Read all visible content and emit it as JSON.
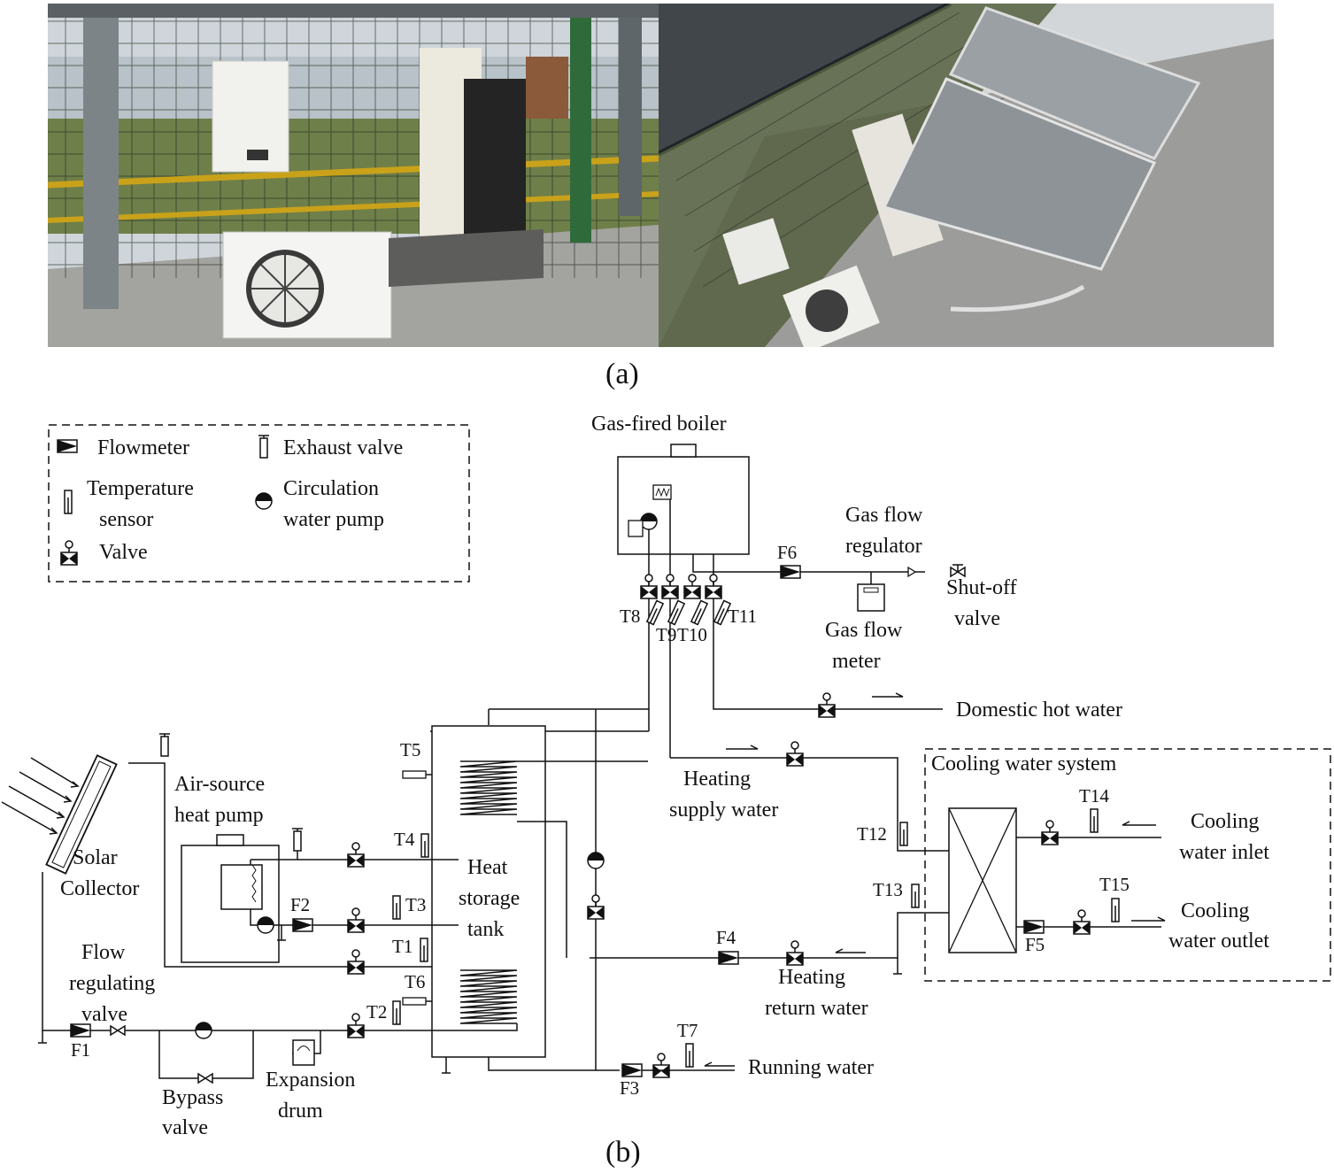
{
  "captions": {
    "a": "(a)",
    "b": "(b)"
  },
  "legend": {
    "flowmeter": "Flowmeter",
    "exhaust_valve": "Exhaust valve",
    "temp_sensor_1": "Temperature",
    "temp_sensor_2": "sensor",
    "pump_1": "Circulation",
    "pump_2": "water pump",
    "valve": "Valve"
  },
  "components": {
    "boiler": "Gas-fired boiler",
    "gas_reg_1": "Gas flow",
    "gas_reg_2": "regulator",
    "gas_meter_1": "Gas flow",
    "gas_meter_2": "meter",
    "shutoff_1": "Shut-off",
    "shutoff_2": "valve",
    "dhw": "Domestic hot water",
    "heat_supply_1": "Heating",
    "heat_supply_2": "supply water",
    "heat_return_1": "Heating",
    "heat_return_2": "return water",
    "cooling_system": "Cooling water system",
    "cool_in_1": "Cooling",
    "cool_in_2": "water inlet",
    "cool_out_1": "Cooling",
    "cool_out_2": "water outlet",
    "ashp_1": "Air-source",
    "ashp_2": "heat pump",
    "solar_1": "Solar",
    "solar_2": "Collector",
    "tank_1": "Heat",
    "tank_2": "storage",
    "tank_3": "tank",
    "flow_reg_1": "Flow",
    "flow_reg_2": "regulating",
    "flow_reg_3": "valve",
    "bypass_1": "Bypass",
    "bypass_2": "valve",
    "expansion_1": "Expansion",
    "expansion_2": "drum",
    "running": "Running water"
  },
  "sensors": {
    "T1": "T1",
    "T2": "T2",
    "T3": "T3",
    "T4": "T4",
    "T5": "T5",
    "T6": "T6",
    "T7": "T7",
    "T8": "T8",
    "T9": "T9",
    "T10": "T10",
    "T11": "T11",
    "T12": "T12",
    "T13": "T13",
    "T14": "T14",
    "T15": "T15"
  },
  "flowmeters": {
    "F1": "F1",
    "F2": "F2",
    "F3": "F3",
    "F4": "F4",
    "F5": "F5",
    "F6": "F6"
  },
  "colors": {
    "line": "#111111",
    "photo_sky": "#c9d0d6",
    "photo_floor": "#9a9a98"
  }
}
